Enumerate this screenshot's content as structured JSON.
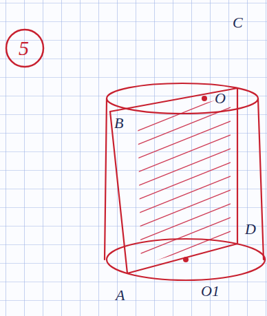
{
  "diagram": {
    "labels": [
      "5",
      "B",
      "C",
      "O",
      "D",
      "O1",
      "A"
    ]
  }
}
